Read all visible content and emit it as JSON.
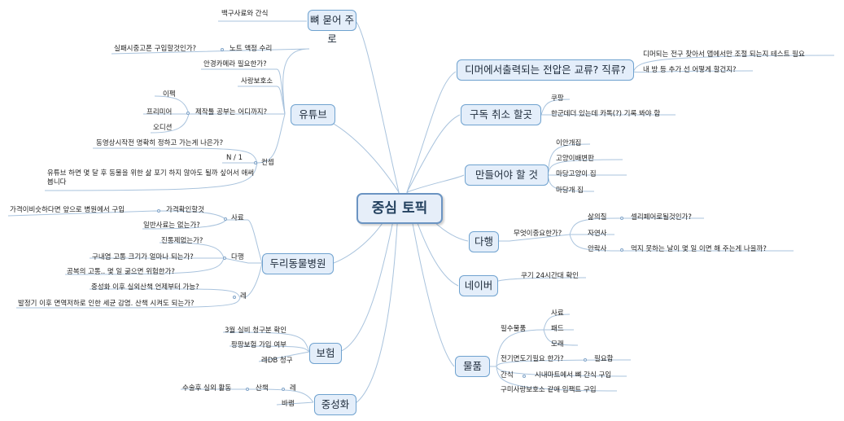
{
  "central": "중심 토픽",
  "topics": {
    "bone": "뼈 묻어 주로",
    "youtube": "유튜브",
    "clinic": "두리동물병원",
    "insurance": "보험",
    "neuter": "중성화",
    "dimmer": "디머에서출력되는 전압은 교류? 직류?",
    "unsub": "구독 취소 할곳",
    "make": "만들어야 할 것",
    "dahaeng": "다행",
    "naver": "네이버",
    "goods": "물품"
  },
  "bone": {
    "items": [
      "백구사료와 간식"
    ]
  },
  "youtube": {
    "note_repair": "노트 액정 수리",
    "failure_q": "실패시중고폰 구입할것인가?",
    "camera_q": "안경카메라 필요한가?",
    "ebs": "사랑보호소",
    "editing_q": "제작툴 공부는 어디까지?",
    "tools": [
      "이펙",
      "프리미어",
      "오디션"
    ],
    "concept": "컨셉",
    "concept_items": [
      "동영상시작전 명확히 정하고 가는게 나은가?",
      "N / 1",
      "유튜브 하면 몇 달 후 동물을 위한 삶 포기 하지 않아도 될까 싶어서 애써 봅니다"
    ]
  },
  "clinic": {
    "feed": "사료",
    "price_check": "가격확인할것",
    "price_q": "가격이비슷하다면 앞으로 병원에서 구입",
    "general_q": "일반사료는 없는가?",
    "dahaeng": "다행",
    "dahaeng_items": [
      "진통제없는가?",
      "구내염 고통 크기가 얼마나 되는가?",
      "공복의 고통.. 몇 일 굶으면 위험한가?"
    ],
    "re": "레",
    "re_items": [
      "중성화 이후 실외산책 언제부터 가능?",
      "발정기 이후 면역저하로 인한 세균 감염. 산책 시켜도 되는가?"
    ]
  },
  "insurance": {
    "items": [
      "3월 실비 청구분 확인",
      "팡팡보험 가입 여부",
      "레DB 청구"
    ]
  },
  "neuter": {
    "walk": "산책",
    "re": "레",
    "after_walk": "수술후 실외 활동",
    "bam": "바램"
  },
  "dimmer": {
    "items": [
      "디머되는 전구 찾아서 앱에서만 조절 되는지 테스트 필요",
      "내 방 등 추가 선 어떻게 할건지?"
    ]
  },
  "unsub": {
    "items": [
      "쿠팡",
      "한군데더 있는데 카톡(?) 기록 봐야 함"
    ]
  },
  "make": {
    "items": [
      "이안개집",
      "고양이배변판",
      "마당고양이 집",
      "마당개 집"
    ]
  },
  "dahaeng": {
    "question": "무엇이중요한가?",
    "life": "삶의질",
    "life_note": "셀리페어로될것인가?",
    "natural": "자연사",
    "euth": "안락사",
    "euth_note": "먹지 못하는 날이 몇 일 이면 해 주는게 나을까?"
  },
  "naver": {
    "items": [
      "쿠기 24시간대 확인"
    ]
  },
  "goods": {
    "essential": "필수물품",
    "essential_items": [
      "사료",
      "패드",
      "모래"
    ],
    "heater_q": "전기면도기필요 한가?",
    "heater_note": "필요함",
    "snack": "간식",
    "snack_note": "시내마트에서 뼈 간식 구입",
    "buy": "구미사랑보호소 같애 임팩트 구입"
  },
  "colors": {
    "line": "#a9c3dd",
    "topic_border": "#6fa2cf",
    "topic_fill": "#e4eefa"
  }
}
